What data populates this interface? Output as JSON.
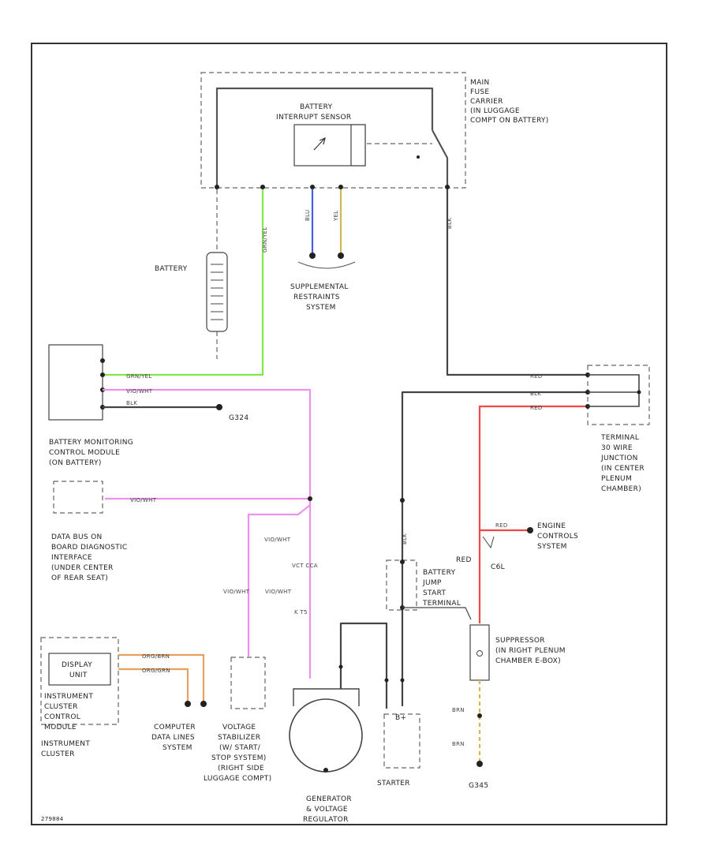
{
  "components": {
    "main_fuse": [
      "MAIN",
      "FUSE",
      "CARRIER",
      "(IN LUGGAGE",
      "COMPT ON BATTERY)"
    ],
    "bis": [
      "BATTERY",
      "INTERRUPT SENSOR"
    ],
    "battery": "BATTERY",
    "srs": [
      "SUPPLEMENTAL",
      "RESTRAINTS",
      "SYSTEM"
    ],
    "bmcm": [
      "BATTERY MONITORING",
      "CONTROL MODULE",
      "(ON BATTERY)"
    ],
    "g324": "G324",
    "terminal": [
      "TERMINAL",
      "30 WIRE",
      "JUNCTION",
      "(IN CENTER",
      "PLENUM",
      "CHAMBER)"
    ],
    "dlc": [
      "DATA BUS ON",
      "BOARD DIAGNOSTIC",
      "INTERFACE",
      "(UNDER CENTER",
      "OF REAR SEAT)"
    ],
    "engine_ctrl": [
      "ENGINE",
      "CONTROLS",
      "SYSTEM"
    ],
    "c6l": "C6L",
    "jump_start": [
      "BATTERY",
      "JUMP",
      "START",
      "TERMINAL"
    ],
    "suppressor": [
      "SUPPRESSOR",
      "(IN RIGHT PLENUM",
      "CHAMBER E-BOX)"
    ],
    "display": [
      "DISPLAY",
      "UNIT"
    ],
    "icm": [
      "INSTRUMENT",
      "CLUSTER",
      "CONTROL",
      "MODULE"
    ],
    "ic": [
      "INSTRUMENT",
      "CLUSTER"
    ],
    "cdl": [
      "COMPUTER",
      "DATA LINES",
      "SYSTEM"
    ],
    "vstab": [
      "VOLTAGE",
      "STABILIZER",
      "(W/ START/",
      "STOP SYSTEM)",
      "(RIGHT SIDE",
      "LUGGAGE COMPT)"
    ],
    "gen": [
      "GENERATOR",
      "& VOLTAGE",
      "REGULATOR"
    ],
    "starter": "STARTER",
    "b_plus": "B+",
    "g345": "G345",
    "footer": "279884"
  },
  "wires": {
    "grn_yel": "GRN/YEL",
    "vio_wht": "VIO/WHT",
    "blk": "BLK",
    "blu": "BLU",
    "yel": "YEL",
    "red": "RED",
    "org_brn": "ORG/BRN",
    "org_grn": "ORG/GRN",
    "brn": "BRN",
    "vct_cca": "VCT CCA",
    "kt_t5": "K T5",
    "blk_label_red": "RED"
  },
  "colors": {
    "green": "#7ee84a",
    "violet": "#ee90ee",
    "red": "#f04848",
    "blue": "#4a5ce0",
    "yellow": "#d8b458",
    "orange": "#e8a060",
    "black": "#444444"
  }
}
